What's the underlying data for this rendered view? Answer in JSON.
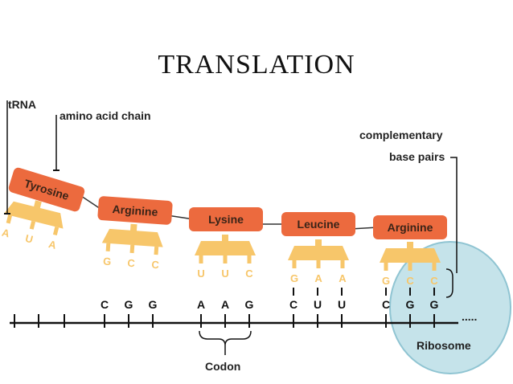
{
  "title": "TRANSLATION",
  "labels": {
    "trna": "tRNA",
    "amino_acid_chain": "amino acid chain",
    "complementary_line1": "complementary",
    "complementary_line2": "base pairs",
    "codon": "Codon",
    "ribosome": "Ribosome",
    "ellipsis": "....."
  },
  "amino_acids": [
    "Tyrosine",
    "Arginine",
    "Lysine",
    "Leucine",
    "Arginine"
  ],
  "anticodons": [
    [
      "A",
      "U",
      "A"
    ],
    [
      "G",
      "C",
      "C"
    ],
    [
      "U",
      "U",
      "C"
    ],
    [
      "G",
      "A",
      "A"
    ],
    [
      "G",
      "C",
      "C"
    ]
  ],
  "mrna_codons": [
    [
      "C",
      "G",
      "G"
    ],
    [
      "A",
      "A",
      "G"
    ],
    [
      "C",
      "U",
      "U"
    ],
    [
      "C",
      "G",
      "G"
    ]
  ],
  "colors": {
    "amino_acid": "#ec6a3e",
    "trna": "#f7c66a",
    "ribosome": "#c5e3ea",
    "ribosome_stroke": "#8fc4d2",
    "text": "#222222"
  }
}
